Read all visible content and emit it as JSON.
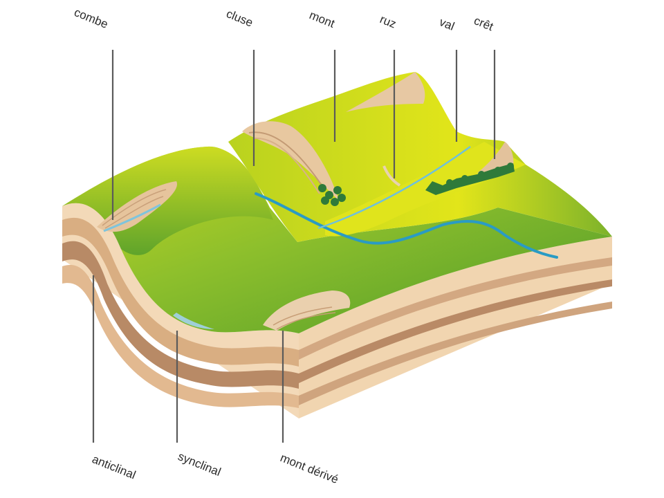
{
  "labels": {
    "combe": "combe",
    "cluse": "cluse",
    "mont": "mont",
    "ruz": "ruz",
    "val": "val",
    "cret": "crêt",
    "anticlinal": "anticlinal",
    "synclinal": "synclinal",
    "mont_derive": "mont dérivé"
  },
  "colors": {
    "grass_light": "#d6de1a",
    "grass_mid": "#93c22c",
    "grass_dark": "#4f9a2a",
    "strata_light": "#f3d9b8",
    "strata_mid": "#d9ae82",
    "strata_dark": "#b88a66",
    "river": "#2a9bc4",
    "forest": "#2f7a3a"
  }
}
